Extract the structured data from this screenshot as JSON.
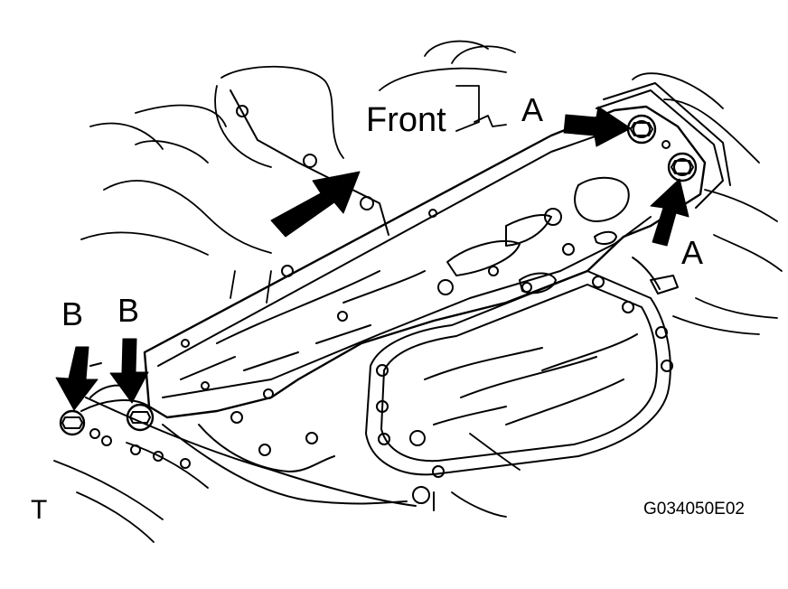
{
  "labels": {
    "front": "Front",
    "a_top": "A",
    "a_right": "A",
    "b_left": "B",
    "b_right": "B",
    "code": "G034050E02",
    "corner": "T"
  },
  "colors": {
    "ink": "#000000",
    "paper": "#ffffff"
  },
  "icons": [
    "arrow-icon",
    "bolt-icon"
  ]
}
